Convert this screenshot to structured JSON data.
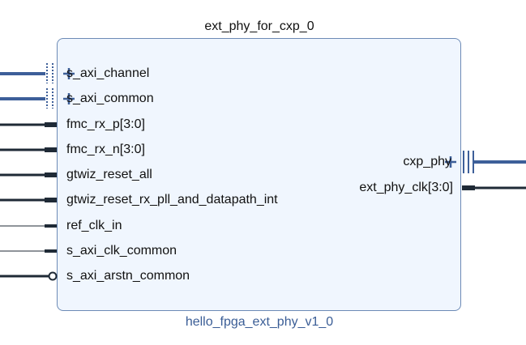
{
  "block": {
    "instance_name": "ext_phy_for_cxp_0",
    "ip_name": "hello_fpga_ext_phy_v1_0"
  },
  "input_ports": [
    {
      "name": "s_axi_channel",
      "kind": "interface"
    },
    {
      "name": "s_axi_common",
      "kind": "interface"
    },
    {
      "name": "fmc_rx_p[3:0]",
      "kind": "bus"
    },
    {
      "name": "fmc_rx_n[3:0]",
      "kind": "bus"
    },
    {
      "name": "gtwiz_reset_all",
      "kind": "bus"
    },
    {
      "name": "gtwiz_reset_rx_pll_and_datapath_int",
      "kind": "bus"
    },
    {
      "name": "ref_clk_in",
      "kind": "signal"
    },
    {
      "name": "s_axi_clk_common",
      "kind": "signal"
    },
    {
      "name": "s_axi_arstn_common",
      "kind": "reset_active_low"
    }
  ],
  "output_ports": [
    {
      "name": "cxp_phy",
      "kind": "interface"
    },
    {
      "name": "ext_phy_clk[3:0]",
      "kind": "bus"
    }
  ],
  "colors": {
    "block_fill": "#f0f6fe",
    "block_border": "#6d8bb6",
    "interface": "#3d5f99",
    "wire": "#1f2a36",
    "ip_name": "#3a5d96"
  }
}
